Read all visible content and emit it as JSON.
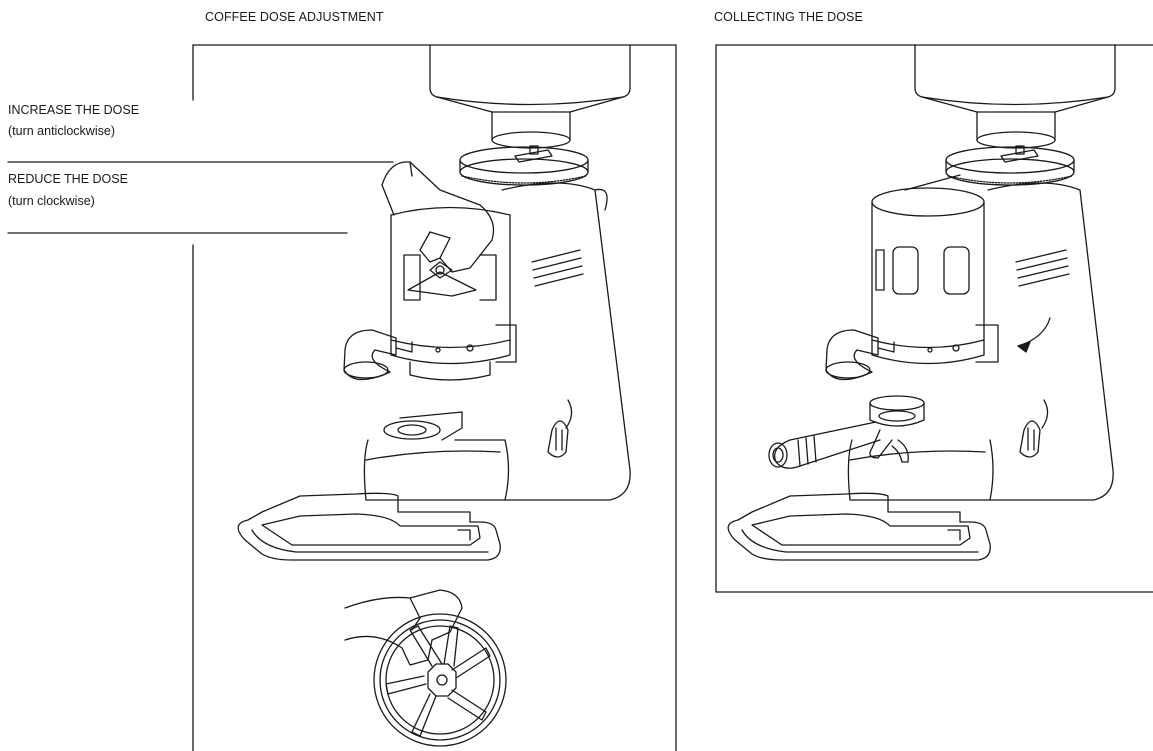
{
  "left_panel": {
    "title": "COFFEE DOSE ADJUSTMENT",
    "increase": {
      "label": "INCREASE THE DOSE",
      "hint": "(turn anticlockwise)"
    },
    "reduce": {
      "label": "REDUCE THE DOSE",
      "hint": "(turn clockwise)"
    }
  },
  "right_panel": {
    "title": "COLLECTING THE DOSE"
  },
  "colors": {
    "line": "#1a1a1a",
    "background": "#ffffff"
  }
}
